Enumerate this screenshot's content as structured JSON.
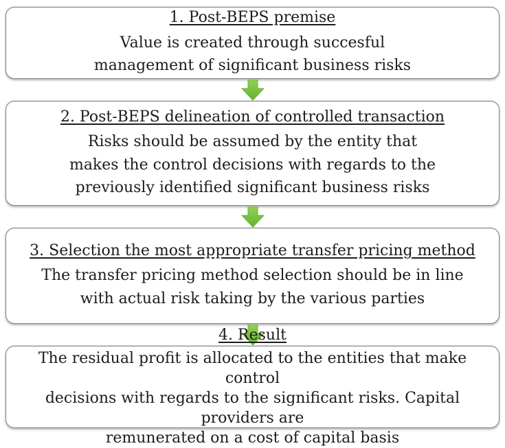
{
  "page": {
    "background": "#ffffff",
    "text_color": "#1c1c1c"
  },
  "colors": {
    "arrow_green_light": "#92d254",
    "arrow_green": "#7cc143",
    "arrow_green_dark": "#67b231",
    "box_border": "#838383"
  },
  "flow": {
    "boxes": [
      {
        "title": "1. Post-BEPS premise",
        "body": "Value is created through succesful\nmanagement of significant business risks"
      },
      {
        "title": "2. Post-BEPS delineation of controlled transaction",
        "body": "Risks should be assumed by the entity that\nmakes the control decisions with regards to the\npreviously identified significant business risks"
      },
      {
        "title": "3. Selection the most appropriate transfer pricing method",
        "body": "The transfer pricing method selection should be in line\nwith actual risk taking by the various parties"
      },
      {
        "title": "4. Result",
        "body": "The residual profit is allocated to the entities that make control\ndecisions with regards to the significant risks. Capital providers are\nremunerated on a cost of capital basis"
      }
    ],
    "arrow_icon": "down-arrow"
  }
}
